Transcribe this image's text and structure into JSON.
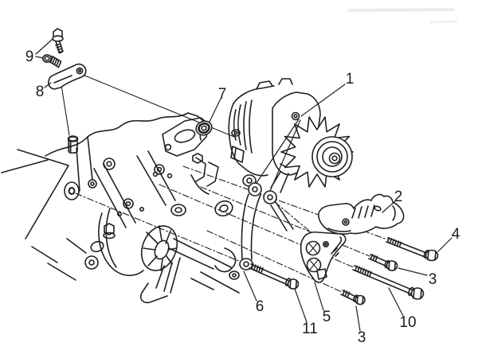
{
  "diagram": {
    "background_color": "#ffffff",
    "line_color": "#221f1f",
    "text_color": "#1c1c1c",
    "callouts": [
      {
        "id": "callout-1",
        "label": "1"
      },
      {
        "id": "callout-2",
        "label": "2"
      },
      {
        "id": "callout-3-right",
        "label": "3"
      },
      {
        "id": "callout-3-bottom",
        "label": "3"
      },
      {
        "id": "callout-4",
        "label": "4"
      },
      {
        "id": "callout-5",
        "label": "5"
      },
      {
        "id": "callout-6",
        "label": "6"
      },
      {
        "id": "callout-7",
        "label": "7"
      },
      {
        "id": "callout-8",
        "label": "8"
      },
      {
        "id": "callout-9",
        "label": "9"
      },
      {
        "id": "callout-10",
        "label": "10"
      },
      {
        "id": "callout-11",
        "label": "11"
      }
    ]
  }
}
